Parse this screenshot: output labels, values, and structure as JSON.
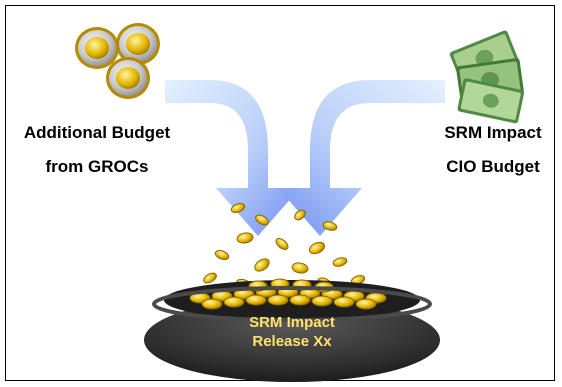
{
  "left_source": {
    "line1": "Additional Budget",
    "line2": "from GROCs",
    "icon": "euro-coins-icon"
  },
  "right_source": {
    "line1": "SRM Impact",
    "line2": "CIO Budget",
    "icon": "banknotes-icon"
  },
  "target": {
    "line1": "SRM Impact",
    "line2": "Release Xx",
    "icon": "pot-of-gold-icon"
  },
  "colors": {
    "arrow_light": "#e3f0ff",
    "arrow_dark": "#6f8ff0",
    "coin_gold": "#e2b300",
    "pot_dark": "#2b2b2b",
    "pot_label": "#ffe26a",
    "banknote_green": "#6ba25a"
  }
}
